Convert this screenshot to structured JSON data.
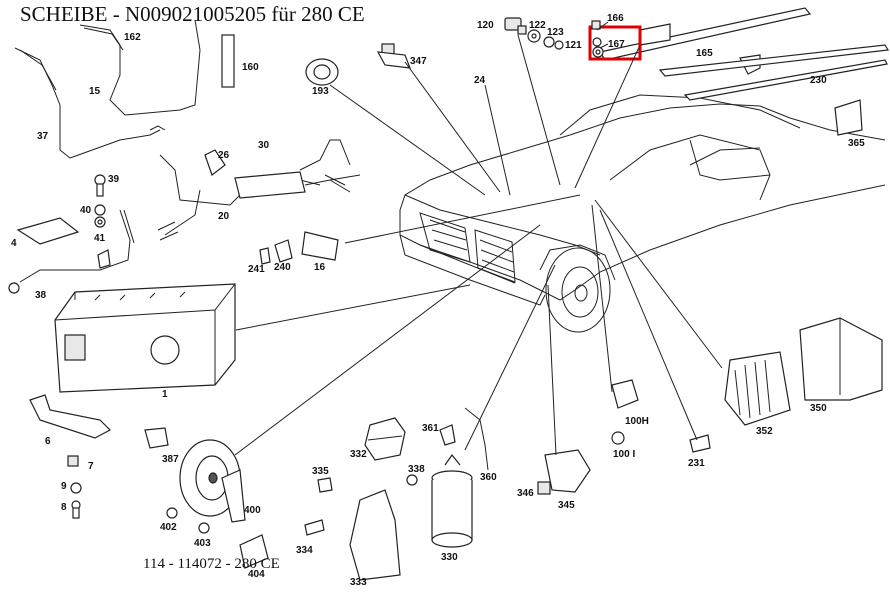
{
  "title": "SCHEIBE - N009021005205 für 280 CE",
  "footer": "114 - 114072 - 280 CE",
  "highlight_color": "#e00000",
  "highlighted_part": "167",
  "parts": [
    "1",
    "4",
    "6",
    "7",
    "8",
    "9",
    "15",
    "16",
    "20",
    "24",
    "26",
    "30",
    "37",
    "38",
    "39",
    "40",
    "41",
    "100H",
    "100 I",
    "120",
    "121",
    "122",
    "123",
    "160",
    "162",
    "165",
    "166",
    "167",
    "193",
    "230",
    "231",
    "240",
    "241",
    "330",
    "332",
    "333",
    "334",
    "335",
    "338",
    "345",
    "346",
    "347",
    "350",
    "352",
    "360",
    "361",
    "365",
    "387",
    "400",
    "402",
    "403",
    "404"
  ]
}
